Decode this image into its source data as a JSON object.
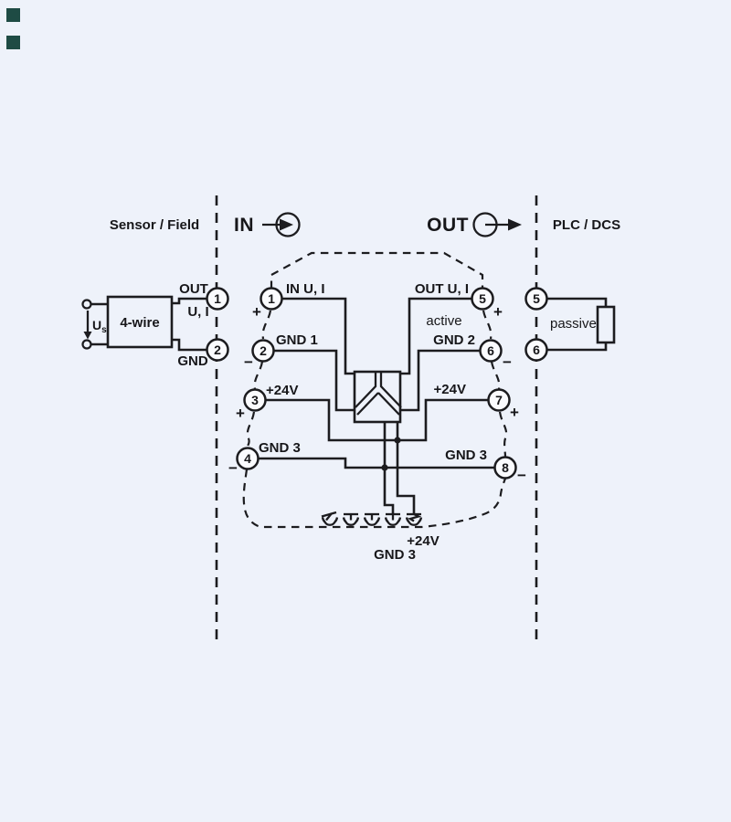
{
  "colors": {
    "background": "#eef2fa",
    "ink": "#1c1c1f",
    "decor_square": "#1e4b44",
    "terminal_fill": "#fafbfe"
  },
  "zones": {
    "left": "Sensor / Field",
    "in": "IN",
    "out": "OUT",
    "right": "PLC / DCS"
  },
  "sensor": {
    "device": "4-wire",
    "supply": {
      "base": "U",
      "sub": "s"
    },
    "wire_top_label": "OUT",
    "wire_top_sub": "U, I",
    "wire_bottom_label": "GND",
    "terminals": [
      {
        "n": "1"
      },
      {
        "n": "2"
      }
    ]
  },
  "module": {
    "inputs": [
      {
        "n": "1",
        "label": "IN U, I",
        "sign": "+"
      },
      {
        "n": "2",
        "label": "GND 1",
        "sign": "−"
      },
      {
        "n": "3",
        "label": "+24V",
        "sign": "+"
      },
      {
        "n": "4",
        "label": "GND 3",
        "sign": "−"
      }
    ],
    "outputs": [
      {
        "n": "5",
        "label": "OUT U, I",
        "sign": "+"
      },
      {
        "n": "6",
        "label": "GND 2",
        "sign": "−"
      },
      {
        "n": "7",
        "label": "+24V",
        "sign": "+"
      },
      {
        "n": "8",
        "label": "GND 3",
        "sign": "−"
      }
    ],
    "output_mode": "active",
    "bottom_labels": {
      "supply": "+24V",
      "ground": "GND 3"
    }
  },
  "plc": {
    "mode": "passive",
    "terminals": [
      {
        "n": "5"
      },
      {
        "n": "6"
      }
    ]
  }
}
